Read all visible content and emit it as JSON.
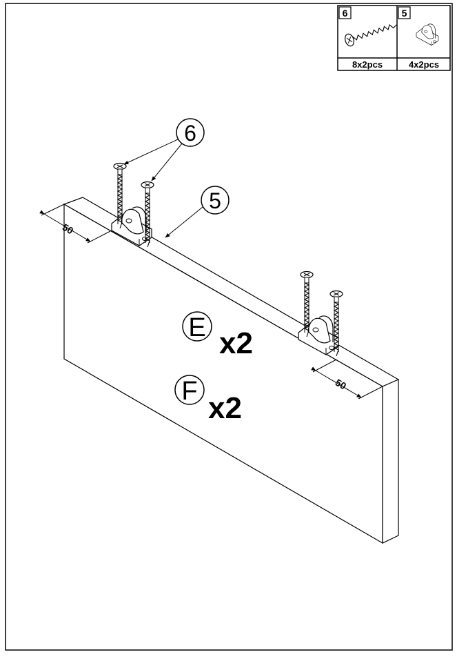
{
  "parts_table": [
    {
      "number": "6",
      "quantity": "8x2pcs",
      "icon": "screw-icon"
    },
    {
      "number": "5",
      "quantity": "4x2pcs",
      "icon": "bracket-icon"
    }
  ],
  "callouts": {
    "screw": "6",
    "bracket": "5"
  },
  "dimensions": {
    "left": "50",
    "right": "50"
  },
  "panels": [
    {
      "letter": "E",
      "count": "x2"
    },
    {
      "letter": "F",
      "count": "x2"
    }
  ],
  "colors": {
    "line": "#000000",
    "background": "#ffffff"
  }
}
